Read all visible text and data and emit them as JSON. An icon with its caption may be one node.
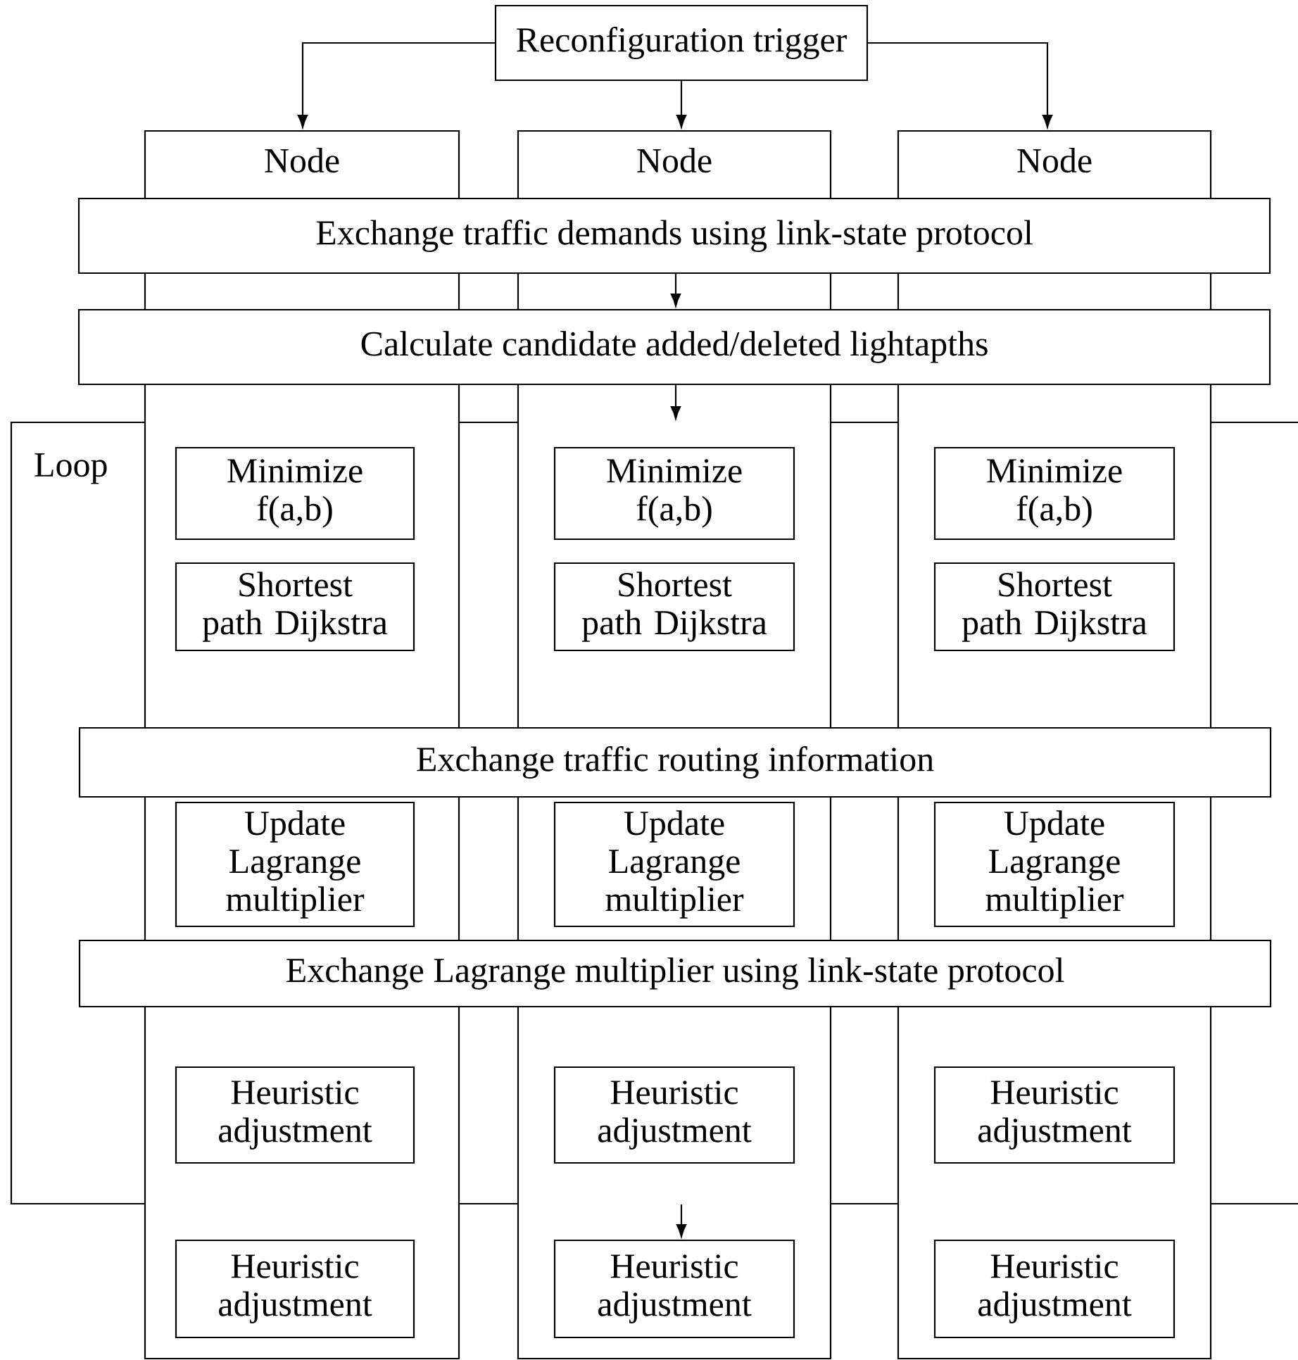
{
  "diagram": {
    "nodes": [
      {
        "text": [
          "Reconfiguration trigger"
        ]
      },
      {
        "text": [
          "Node"
        ]
      },
      {
        "text": [
          "Node"
        ]
      },
      {
        "text": [
          "Node"
        ]
      },
      {
        "text": [
          "Exchange traffic demands using link-state protocol"
        ]
      },
      {
        "text": [
          "Calculate candidate added/deleted lightapths"
        ]
      },
      {
        "text": [
          "Loop"
        ]
      },
      {
        "text": [
          "Minimize f(a,b)"
        ]
      },
      {
        "text": [
          "Minimize f(a,b)"
        ]
      },
      {
        "text": [
          "Minimize f(a,b)"
        ]
      },
      {
        "text": [
          "Shortest path Dijkstra"
        ]
      },
      {
        "text": [
          "Shortest path Dijkstra"
        ]
      },
      {
        "text": [
          "Shortest path Dijkstra"
        ]
      },
      {
        "text": [
          "Exchange traffic routing information"
        ],
        "in": 6
      },
      {
        "text": [
          "Update Lagrange multiplier"
        ]
      },
      {
        "text": [
          "Update Lagrange multiplier"
        ]
      },
      {
        "text": [
          "Update Lagrange multiplier"
        ]
      },
      {
        "text": [
          "Exchange Lagrange multiplier using link-state protocol"
        ],
        "in": 6
      },
      {
        "text": [
          "Heuristic adjustment"
        ]
      },
      {
        "text": [
          "Heuristic adjustment"
        ]
      },
      {
        "text": [
          "Heuristic adjustment"
        ]
      },
      {
        "text": [
          "Heuristic adjustment"
        ],
        "in": 1
      },
      {
        "text": [
          "Heuristic adjustment"
        ],
        "in": 2
      },
      {
        "text": [
          "Heuristic adjustment"
        ],
        "in": 3
      }
    ],
    "edges": [
      {
        "from": 0,
        "to": 1,
        "arrow": "to"
      },
      {
        "from": 0,
        "to": 2,
        "arrow": "to"
      },
      {
        "from": 0,
        "to": 3,
        "arrow": "to"
      },
      {
        "from": 4,
        "to": 5,
        "arrow": "to"
      },
      {
        "from": 5,
        "to": 6,
        "arrow": "to"
      },
      {
        "from": 6,
        "to": 22,
        "arrow": "to"
      }
    ]
  }
}
